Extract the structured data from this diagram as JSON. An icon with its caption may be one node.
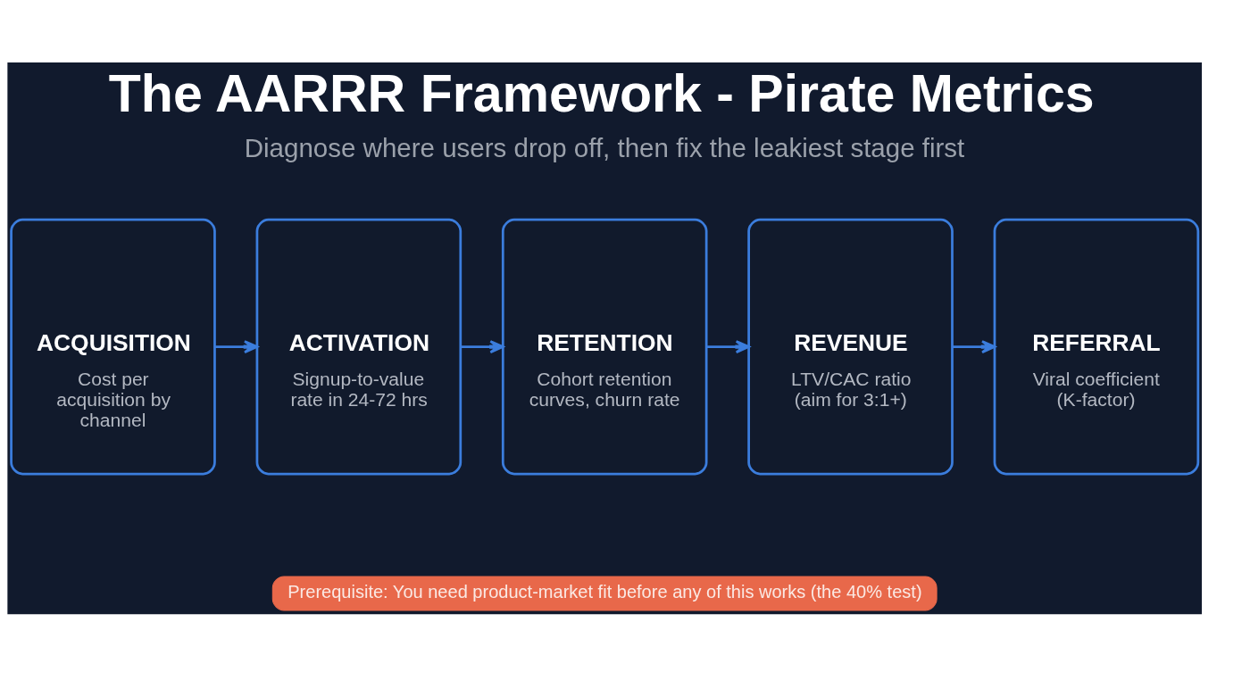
{
  "diagram": {
    "title": "The AARRR Framework - Pirate Metrics",
    "nodes": [
      {
        "text": [
          "ACQUISITION",
          "Cost per acquisition by channel"
        ]
      },
      {
        "text": [
          "ACTIVATION",
          "Signup-to-value rate in 24-72 hrs"
        ]
      },
      {
        "text": [
          "RETENTION",
          "Cohort retention curves, churn rate"
        ]
      },
      {
        "text": [
          "REVENUE",
          "LTV/CAC ratio (aim for 3:1+)"
        ]
      },
      {
        "text": [
          "REFERRAL",
          "Viral coefficient (K-factor)"
        ]
      },
      {
        "text": [
          "Prerequisite: You need product-market fit before any of this works (the 40% test)"
        ]
      }
    ],
    "edges": [
      {
        "from": 0,
        "to": 1,
        "arrow": "to"
      },
      {
        "from": 1,
        "to": 2,
        "arrow": "to"
      },
      {
        "from": 2,
        "to": 3,
        "arrow": "to"
      },
      {
        "from": 3,
        "to": 4,
        "arrow": "to"
      }
    ],
    "labels": [
      "Diagnose where users drop off, then fix the leakiest stage first"
    ]
  }
}
